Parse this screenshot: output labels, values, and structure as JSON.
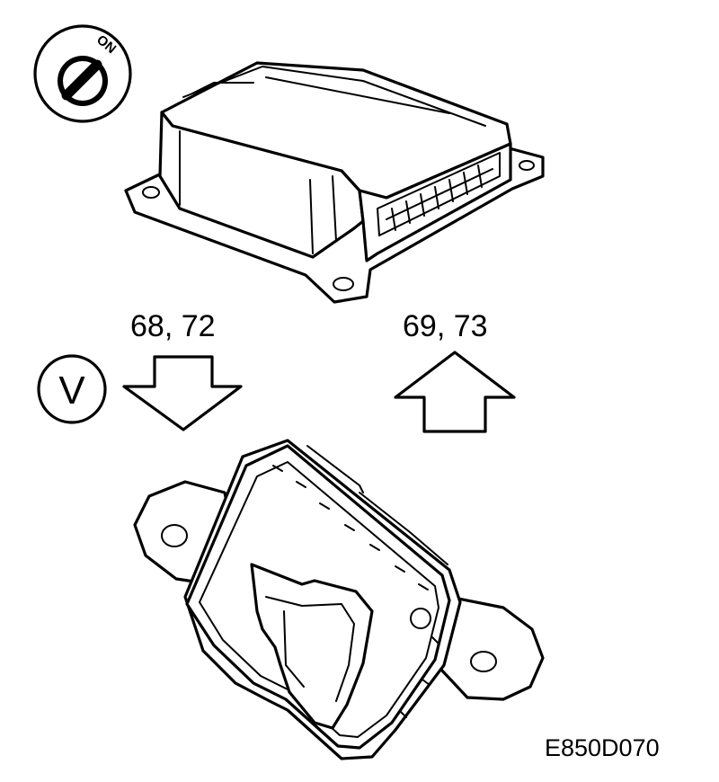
{
  "ignition_symbol": {
    "icon": "ignition-key-on-icon",
    "label": "ON"
  },
  "mode_symbol": {
    "icon": "voltmeter-v-icon",
    "label": "V"
  },
  "removal_steps": {
    "label": "68, 72",
    "icon": "arrow-down-icon"
  },
  "installation_steps": {
    "label": "69, 73",
    "icon": "arrow-up-icon"
  },
  "figure_code": "E850D070"
}
